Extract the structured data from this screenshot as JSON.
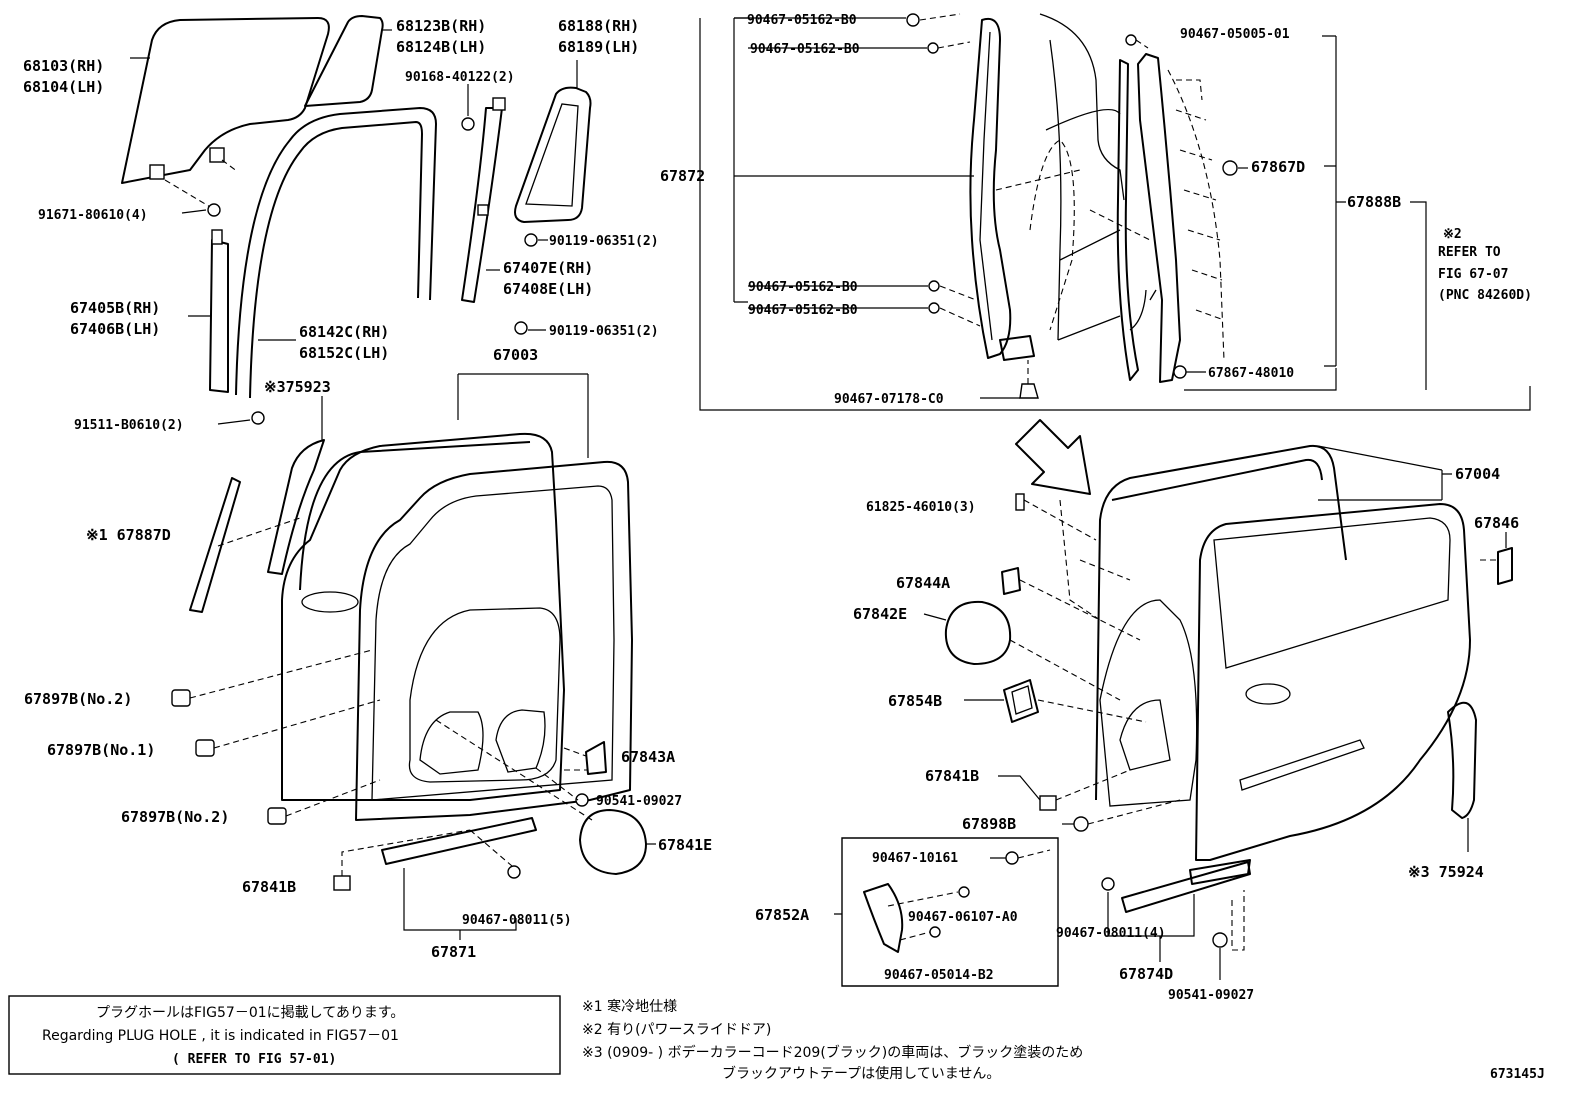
{
  "labels": {
    "p68103": "68103(RH)",
    "p68104": "68104(LH)",
    "p68123b": "68123B(RH)",
    "p68124b": "68124B(LH)",
    "p68188": "68188(RH)",
    "p68189": "68189(LH)",
    "p90168": "90168-40122(2)",
    "p91671": "91671-80610(4)",
    "p90119a": "90119-06351(2)",
    "p67407e": "67407E(RH)",
    "p67408e": "67408E(LH)",
    "p67405b": "67405B(RH)",
    "p67406b": "67406B(LH)",
    "p90119b": "90119-06351(2)",
    "p68142c": "68142C(RH)",
    "p68152c": "68152C(LH)",
    "p67003": "67003",
    "p75923": "※375923",
    "p91511": "91511-B0610(2)",
    "p67887d": "※1 67887D",
    "p67897b1": "67897B(No.2)",
    "p67897b2": "67897B(No.1)",
    "p67897b3": "67897B(No.2)",
    "p67843a": "67843A",
    "p90541a": "90541-09027",
    "p67841e": "67841E",
    "p67841b_l": "67841B",
    "p90467_08011_l": "90467-08011(5)",
    "p67871": "67871",
    "r90467_05162_1": "90467-05162-B0",
    "r90467_05162_2": "90467-05162-B0",
    "r90467_05005": "90467-05005-01",
    "r67872": "67872",
    "r67867d": "67867D",
    "r67888b": "67888B",
    "r_refer1": "※2",
    "r_refer2": "REFER TO",
    "r_refer3": "FIG 67-07",
    "r_refer4": "(PNC 84260D)",
    "r90467_05162_3": "90467-05162-B0",
    "r90467_05162_4": "90467-05162-B0",
    "r67867_48010": "67867-48010",
    "r90467_07178": "90467-07178-C0",
    "r67004": "67004",
    "r61825": "61825-46010(3)",
    "r67846": "67846",
    "r67844a": "67844A",
    "r67842e": "67842E",
    "r67854b": "67854B",
    "r67841b": "67841B",
    "r67898b": "67898B",
    "r90467_10161": "90467-10161",
    "r67852a": "67852A",
    "r90467_06107": "90467-06107-A0",
    "r90467_05014": "90467-05014-B2",
    "r90467_08011": "90467-08011(4)",
    "r67874d": "67874D",
    "r90541": "90541-09027",
    "r75924": "※3 75924"
  },
  "notes": {
    "box_line1": "プラグホールはFIG57－01に掲載してあります。",
    "box_line2": "Regarding PLUG HOLE , it is indicated in FIG57－01",
    "box_line3": "( REFER TO FIG 57-01)",
    "fn1": "※1 寒冷地仕様",
    "fn2": "※2 有り(パワースライドドア)",
    "fn3a": "※3 (0909-      ) ボデーカラーコード209(ブラック)の車両は、ブラック塗装のため",
    "fn3b": "ブラックアウトテープは使用していません。",
    "fig_id": "673145J"
  }
}
